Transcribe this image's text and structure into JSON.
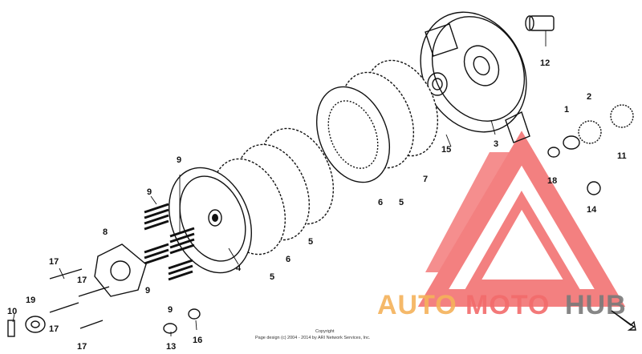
{
  "diagram": {
    "part_labels": [
      "1",
      "2",
      "3",
      "4",
      "5",
      "5",
      "5",
      "6",
      "6",
      "7",
      "8",
      "9",
      "9",
      "9",
      "9",
      "10",
      "11",
      "12",
      "13",
      "14",
      "15",
      "16",
      "17",
      "17",
      "17",
      "17",
      "18",
      "19"
    ]
  },
  "watermark": {
    "word_auto": "AUTO",
    "word_moto": "MOTO",
    "word_hub": "HUB",
    "color_red": "#f26b6b",
    "color_orange": "#f5b25a",
    "color_grey": "#7a7a7a"
  },
  "copyright": {
    "line1": "Copyright",
    "line2": "Page design (c) 2004 - 2014 by ARI Network Services, Inc."
  }
}
